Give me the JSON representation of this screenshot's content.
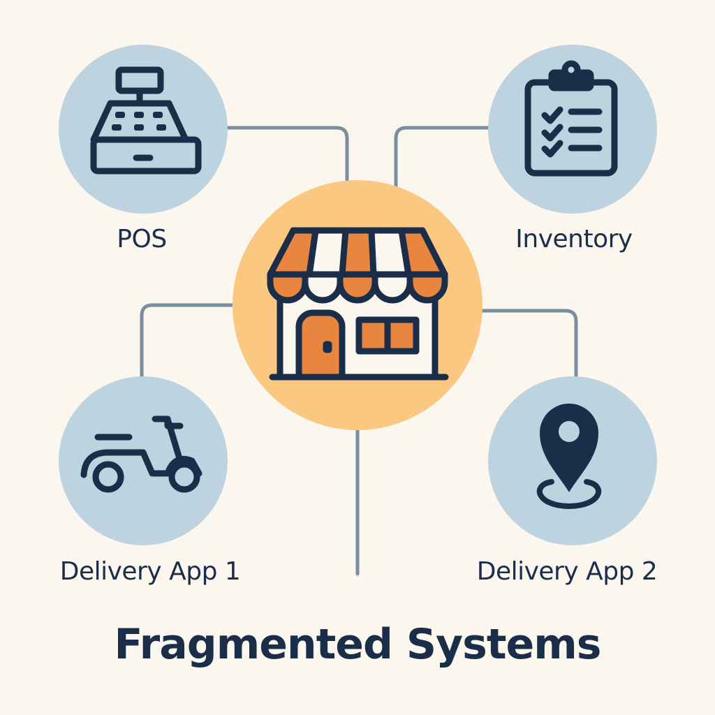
{
  "title": "Fragmented Systems",
  "center": {
    "name": "store",
    "icon": "storefront-icon"
  },
  "nodes": [
    {
      "label": "POS",
      "icon": "cash-register-icon"
    },
    {
      "label": "Inventory",
      "icon": "clipboard-checklist-icon"
    },
    {
      "label": "Delivery App 1",
      "icon": "scooter-icon"
    },
    {
      "label": "Delivery App 2",
      "icon": "map-pin-icon"
    }
  ],
  "colors": {
    "background": "#fbf6ee",
    "node_circle": "#bdd3df",
    "center_circle": "#fbc882",
    "connector": "#7a8ea0",
    "ink": "#1a2e4a",
    "accent": "#e8863f"
  }
}
